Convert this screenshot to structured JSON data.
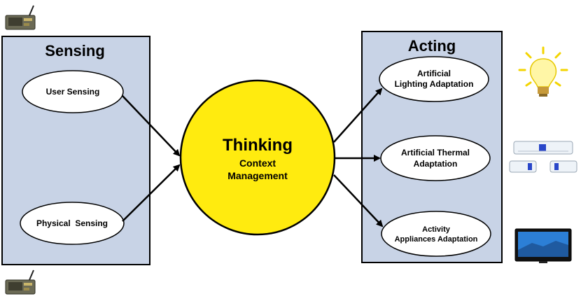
{
  "sensing": {
    "title": "Sensing",
    "items": [
      {
        "label": "User Sensing"
      },
      {
        "label": "Physical  Sensing"
      }
    ]
  },
  "thinking": {
    "title": "Thinking",
    "line1": "Context",
    "line2": "Management"
  },
  "acting": {
    "title": "Acting",
    "items": [
      {
        "line1": "Artificial",
        "line2": "Lighting Adaptation"
      },
      {
        "line1": "Artificial Thermal",
        "line2": "Adaptation"
      },
      {
        "line1": "Activity",
        "line2": "Appliances Adaptation"
      }
    ]
  },
  "icons": [
    "sensor-device-icon",
    "light-bulb-icon",
    "air-conditioner-icon",
    "television-icon"
  ],
  "colors": {
    "panel_fill": "#c8d3e6",
    "thinking_fill": "#ffeb0f",
    "stroke": "#000000"
  }
}
